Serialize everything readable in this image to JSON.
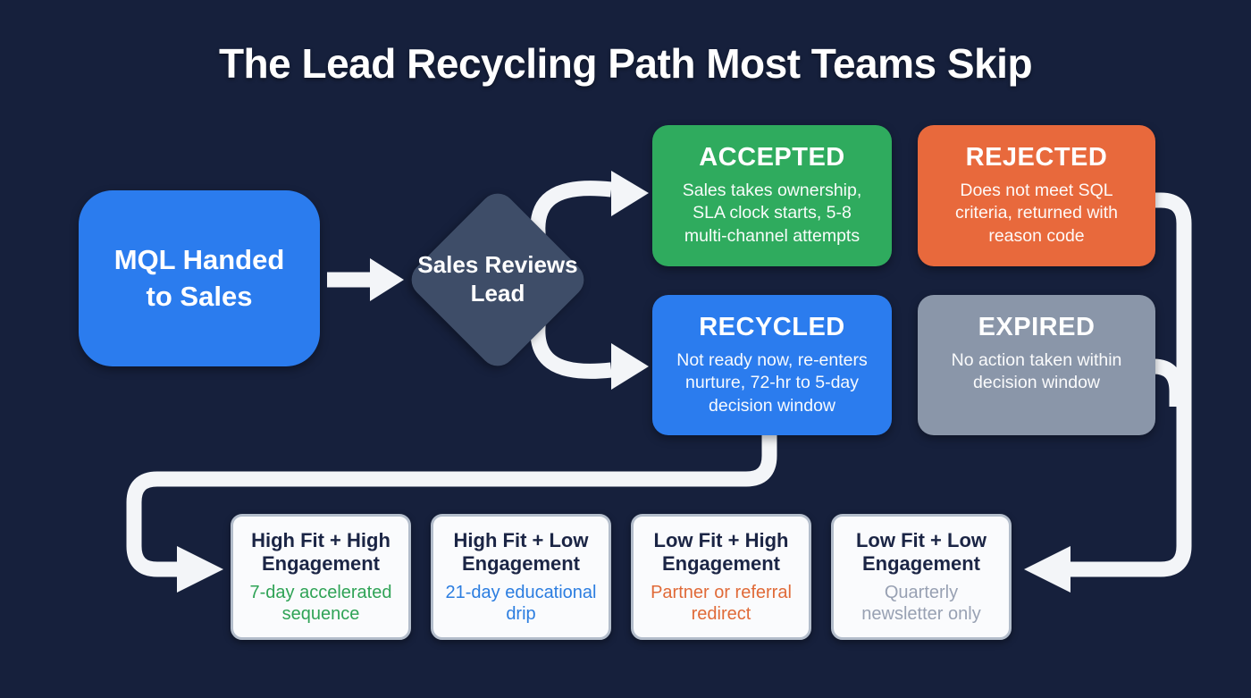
{
  "title": "The Lead Recycling Path Most Teams Skip",
  "flow": {
    "start": {
      "label": "MQL Handed to Sales"
    },
    "decision": {
      "label": "Sales Reviews Lead"
    },
    "outcomes": [
      {
        "id": "accepted",
        "title": "ACCEPTED",
        "description": "Sales takes ownership, SLA clock starts, 5-8 multi-channel attempts",
        "color": "#2fab5e"
      },
      {
        "id": "rejected",
        "title": "REJECTED",
        "description": "Does not meet SQL criteria, returned with reason code",
        "color": "#e8693c"
      },
      {
        "id": "recycled",
        "title": "RECYCLED",
        "description": "Not ready now, re-enters nurture, 72-hr to 5-day decision window",
        "color": "#2b7cee"
      },
      {
        "id": "expired",
        "title": "EXPIRED",
        "description": "No action taken within decision window",
        "color": "#8a96a9"
      }
    ],
    "segments": [
      {
        "title": "High Fit + High Engagement",
        "action": "7-day accelerated sequence",
        "accent": "#2fa356"
      },
      {
        "title": "High Fit + Low Engagement",
        "action": "21-day educational drip",
        "accent": "#2b7de0"
      },
      {
        "title": "Low Fit + High Engagement",
        "action": "Partner or referral redirect",
        "accent": "#e06a38"
      },
      {
        "title": "Low Fit + Low Engagement",
        "action": "Quarterly newsletter only",
        "accent": "#98a1b3"
      }
    ]
  },
  "palette": {
    "background": "#16203c",
    "arrow": "#f3f5f8",
    "node_blue": "#2b7cee",
    "diamond": "#3e4d68",
    "card_bg": "#fafbfd",
    "card_border": "#b3bdcb",
    "card_title": "#1b2545"
  }
}
